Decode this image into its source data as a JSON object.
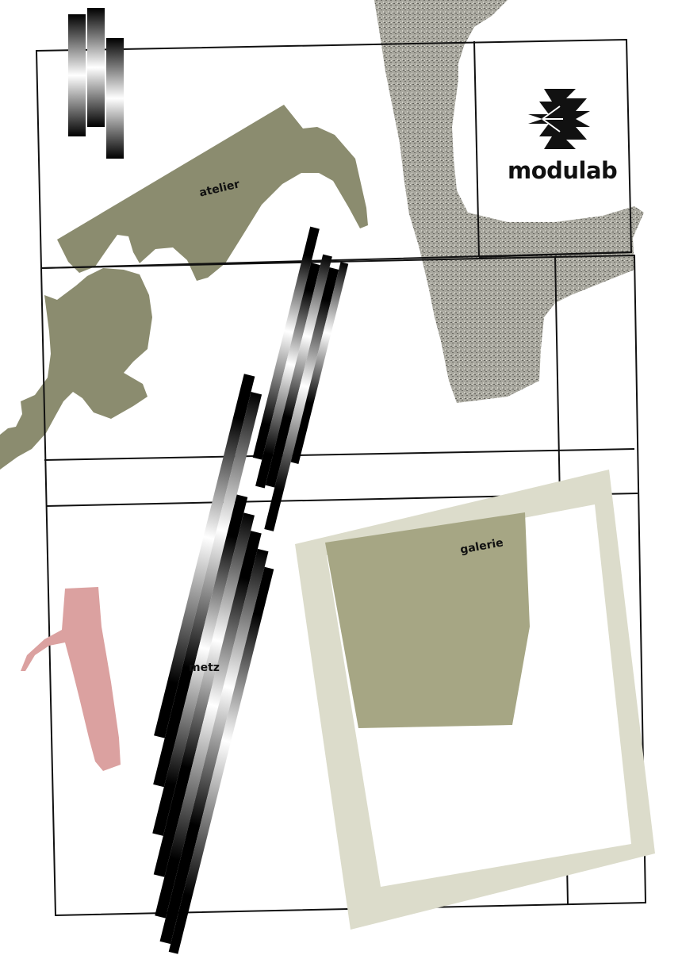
{
  "brand": {
    "name": "modulab",
    "logo_icon": "modulab-logo-icon"
  },
  "labels": {
    "atelier": "atelier",
    "metz": "metz",
    "galerie": "galerie"
  },
  "colors": {
    "olive": "#8b8c6f",
    "olive_paper": "#a6a684",
    "paper": "#dcdccb",
    "pink": "#dba1a0",
    "gravel": "#a4a39a",
    "line": "#111111"
  }
}
